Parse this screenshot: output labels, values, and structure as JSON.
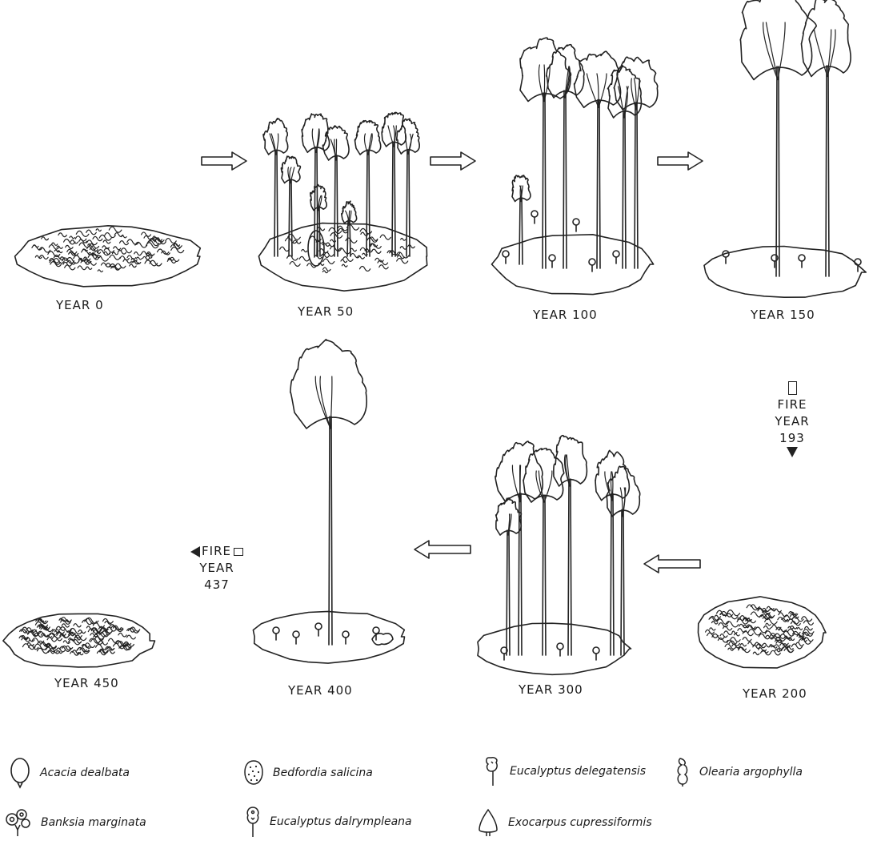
{
  "stages": [
    {
      "id": "y0",
      "label": "YEAR  0"
    },
    {
      "id": "y50",
      "label": "YEAR  50"
    },
    {
      "id": "y100",
      "label": "YEAR  100"
    },
    {
      "id": "y150",
      "label": "YEAR  150"
    },
    {
      "id": "y200",
      "label": "YEAR  200"
    },
    {
      "id": "y300",
      "label": "YEAR  300"
    },
    {
      "id": "y400",
      "label": "YEAR  400"
    },
    {
      "id": "y450",
      "label": "YEAR  450"
    }
  ],
  "fires": [
    {
      "word": "FIRE",
      "year_label": "YEAR",
      "year": "193"
    },
    {
      "word": "FIRE",
      "year_label": "YEAR",
      "year": "437"
    }
  ],
  "legend": [
    {
      "name": "Acacia dealbata",
      "icon": "acacia-icon"
    },
    {
      "name": "Bedfordia salicina",
      "icon": "bedfordia-icon"
    },
    {
      "name": "Eucalyptus delegatensis",
      "icon": "eucalyptus-delegatensis-icon"
    },
    {
      "name": "Olearia argophylla",
      "icon": "olearia-icon"
    },
    {
      "name": "Banksia marginata",
      "icon": "banksia-icon"
    },
    {
      "name": "Eucalyptus dalrympleana",
      "icon": "eucalyptus-dalrympleana-icon"
    },
    {
      "name": "Exocarpus cupressiformis",
      "icon": "exocarpus-icon"
    }
  ]
}
